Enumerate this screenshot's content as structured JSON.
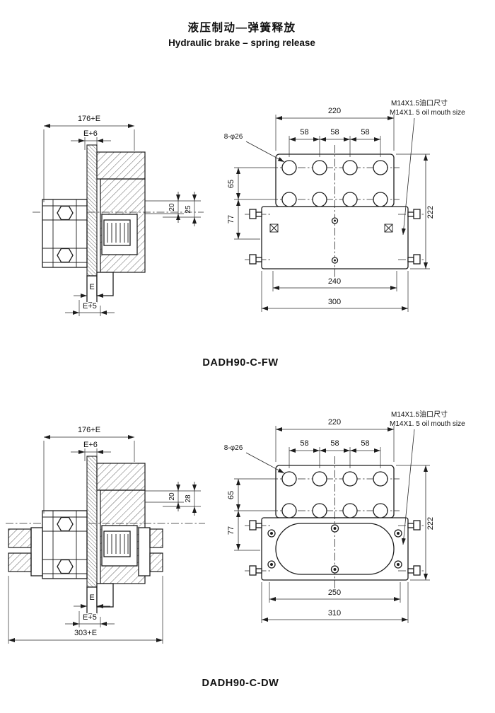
{
  "page": {
    "title_cn": "液压制动—弹簧释放",
    "title_en": "Hydraulic brake – spring release"
  },
  "labels": {
    "oil_port_cn": "M14X1.5油口尺寸",
    "oil_port_en": "M14X1. 5 oil mouth size",
    "holes": "8-φ26",
    "d220": "220",
    "d58": "58",
    "d65": "65",
    "d77": "77",
    "d222": "222",
    "d176e": "176+E",
    "de6": "E+6",
    "de": "E",
    "de5": "E+5",
    "d20": "20"
  },
  "fw": {
    "model": "DADH90-C-FW",
    "d25": "25",
    "d240": "240",
    "d300": "300"
  },
  "dw": {
    "model": "DADH90-C-DW",
    "d28": "28",
    "d250": "250",
    "d310": "310",
    "d303e": "303+E"
  }
}
